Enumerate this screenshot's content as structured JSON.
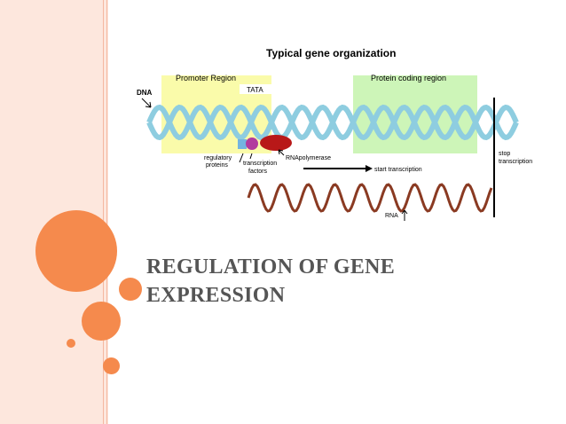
{
  "slide": {
    "title_line1": "REGULATION OF GENE",
    "title_line2": "EXPRESSION"
  },
  "diagram": {
    "heading": "Typical gene organization",
    "labels": {
      "dna": "DNA",
      "promoter_region": "Promoter Region",
      "tata": "TATA",
      "protein_coding_region": "Protein coding region",
      "regulatory_proteins_line1": "regulatory",
      "regulatory_proteins_line2": "proteins",
      "transcription_factors_line1": "transcription",
      "transcription_factors_line2": "factors",
      "rna_polymerase": "RNApolymerase",
      "start_transcription": "start transcription",
      "stop_transcription_line1": "stop",
      "stop_transcription_line2": "transcription",
      "rna": "RNA"
    },
    "colors": {
      "dna_strand": "#8ecde0",
      "promoter_box": "#fafbaa",
      "coding_box": "#cdf5b8",
      "rna_strand": "#8a3a22",
      "rna_polymerase": "#b81818",
      "transcription_factor": "#b23b9e",
      "regulatory_protein": "#74b4e0"
    }
  },
  "decor": {
    "accent": "#f58a4d",
    "band": "#fde7dd"
  }
}
